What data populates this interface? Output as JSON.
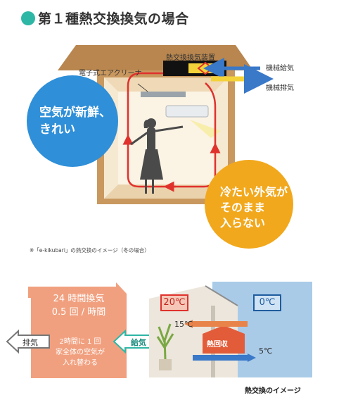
{
  "heading": "第１種熱交換換気の場合",
  "top": {
    "heat_exchanger_label": "熱交換換気装置",
    "air_cleaner_label": "電子式エアクリーナ",
    "supply_label": "機械給気",
    "exhaust_label": "機械排気",
    "circle_fresh": [
      "空気が新鮮、",
      "きれい"
    ],
    "circle_cold": [
      "冷たい外気が",
      "そのまま",
      "入らない"
    ],
    "note": "※「e-kikubari」の熱交換のイメージ（冬の場合）"
  },
  "bottom": {
    "ventilation_title": [
      "24 時間換気",
      "0.5 回 / 時間"
    ],
    "ventilation_desc": [
      "2時間に 1 回",
      "家全体の空気が",
      "入れ替わる"
    ],
    "exhaust_arrow": "排気",
    "supply_arrow": "給気",
    "indoor_temp": "20℃",
    "outdoor_temp": "0℃",
    "temp_upper": "15℃",
    "temp_lower": "5℃",
    "heat_recovery": "熱回収",
    "caption": "熱交換のイメージ"
  },
  "colors": {
    "teal": "#2fb7a6",
    "roof_brown": "#b8864e",
    "blue_circle": "#2f8fd8",
    "yellow_circle": "#f2a81c",
    "salmon": "#f1a07f",
    "red_arrow": "#e0322d",
    "blue_arrow": "#3a78c8"
  }
}
